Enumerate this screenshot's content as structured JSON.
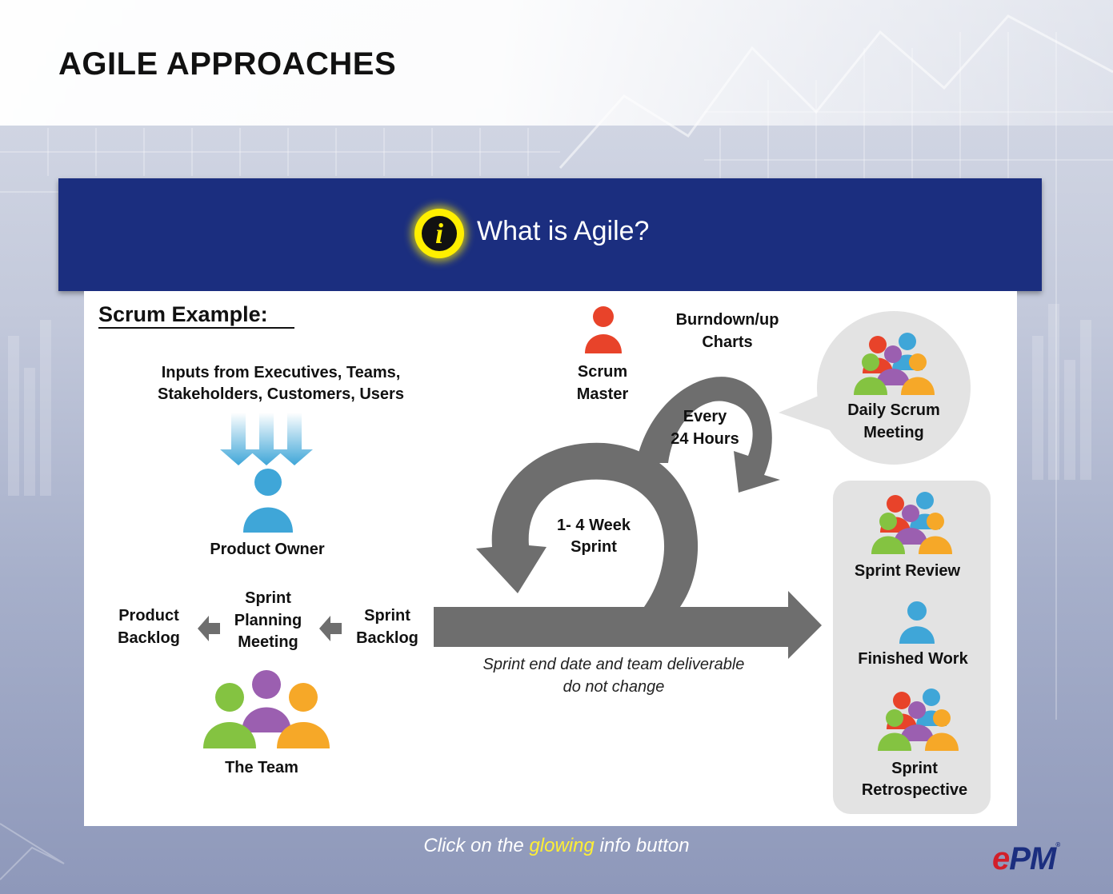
{
  "page": {
    "title": "AGILE APPROACHES"
  },
  "info_panel": {
    "question": "What is Agile?",
    "icon": "info-icon"
  },
  "scrum": {
    "heading": "Scrum Example:",
    "inputs_line1": "Inputs from Executives, Teams,",
    "inputs_line2": "Stakeholders, Customers, Users",
    "product_owner": "Product Owner",
    "product_backlog": [
      "Product",
      "Backlog"
    ],
    "sprint_planning": [
      "Sprint",
      "Planning",
      "Meeting"
    ],
    "sprint_backlog": [
      "Sprint",
      "Backlog"
    ],
    "the_team": "The Team",
    "scrum_master": [
      "Scrum",
      "Master"
    ],
    "burndown": [
      "Burndown/up",
      "Charts"
    ],
    "every_24": [
      "Every",
      "24 Hours"
    ],
    "sprint_length": [
      "1- 4 Week",
      "Sprint"
    ],
    "daily_scrum": [
      "Daily Scrum",
      "Meeting"
    ],
    "note": [
      "Sprint end date and team deliverable",
      "do not change"
    ],
    "sprint_review": "Sprint Review",
    "finished_work": "Finished Work",
    "sprint_retro": [
      "Sprint",
      "Retrospective"
    ]
  },
  "footer": {
    "hint_before": "Click on the ",
    "hint_glow": "glowing",
    "hint_after": " info button"
  },
  "brand": {
    "e": "e",
    "pm": "PM",
    "mark": "®"
  },
  "colors": {
    "navy": "#1b2e7f",
    "info_yellow": "#ffef00",
    "arrow_gray": "#6e6e6e",
    "blue": "#3fa6d8",
    "red": "#e8432a",
    "green": "#84c341",
    "purple": "#9b5fb0",
    "orange": "#f6a828"
  }
}
